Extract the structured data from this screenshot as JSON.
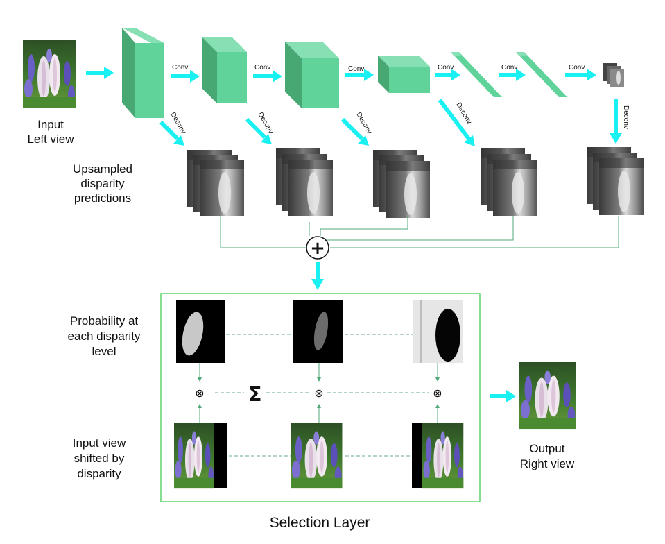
{
  "labels": {
    "input_line1": "Input",
    "input_line2": "Left view",
    "upsampled_line1": "Upsampled",
    "upsampled_line2": "disparity",
    "upsampled_line3": "predictions",
    "prob_line1": "Probability at",
    "prob_line2": "each disparity",
    "prob_line3": "level",
    "shift_line1": "Input view",
    "shift_line2": "shifted by",
    "shift_line3": "disparity",
    "output_line1": "Output",
    "output_line2": "Right view",
    "selection_title": "Selection Layer",
    "conv": "Conv",
    "deconv": "Deconv"
  },
  "symbols": {
    "plus": "+",
    "sum": "Σ",
    "times": "⊗"
  },
  "colors": {
    "arrow": "#19f0f2",
    "box_front": "#5fd39a",
    "box_side": "#47a874",
    "box_top": "#86e0b3",
    "connector": "#4fa877",
    "selection_border": "#5fd36f",
    "dashed": "#6aa890"
  }
}
